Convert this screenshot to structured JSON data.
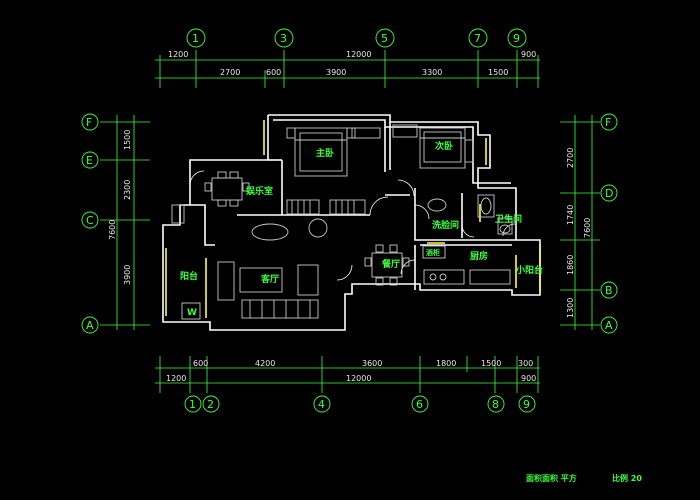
{
  "top_dims": {
    "total": "12000",
    "row1": [
      "1200",
      "900"
    ],
    "row2": [
      "2700",
      "600",
      "3900",
      "3300",
      "1500"
    ]
  },
  "bottom_dims": {
    "total": "12000",
    "row1": [
      "600",
      "4200",
      "3600",
      "1800",
      "1500",
      "300"
    ],
    "row2": [
      "1200",
      "900"
    ]
  },
  "left_dims": {
    "total": "7600",
    "segments": [
      "1500",
      "2300",
      "3900"
    ]
  },
  "right_dims": {
    "total": "7600",
    "segments": [
      "2700",
      "1740",
      "1860",
      "1300"
    ]
  },
  "axes": {
    "top": [
      "1",
      "3",
      "5",
      "7",
      "9"
    ],
    "bottom": [
      "1",
      "2",
      "4",
      "6",
      "8",
      "9"
    ],
    "left": [
      "F",
      "E",
      "C",
      "A"
    ],
    "right": [
      "F",
      "D",
      "B",
      "A"
    ]
  },
  "rooms": {
    "master_bedroom": "主卧",
    "bedroom": "次卧",
    "entertainment": "娱乐室",
    "laundry": "洗脸间",
    "bathroom": "卫生间",
    "balcony": "阳台",
    "living_room": "客厅",
    "dining_room": "餐厅",
    "kitchen": "厨房",
    "small_balcony": "小阳台",
    "storage": "酒柜",
    "wc_mark": "W"
  },
  "footer": {
    "title": "面积面积 平方",
    "scale": "比例 20"
  },
  "colors": {
    "background": "#000000",
    "wall": "#ffffff",
    "dimension_line": "#3cff3c",
    "window": "#ffff3c",
    "furniture": "#c8c8c8"
  }
}
